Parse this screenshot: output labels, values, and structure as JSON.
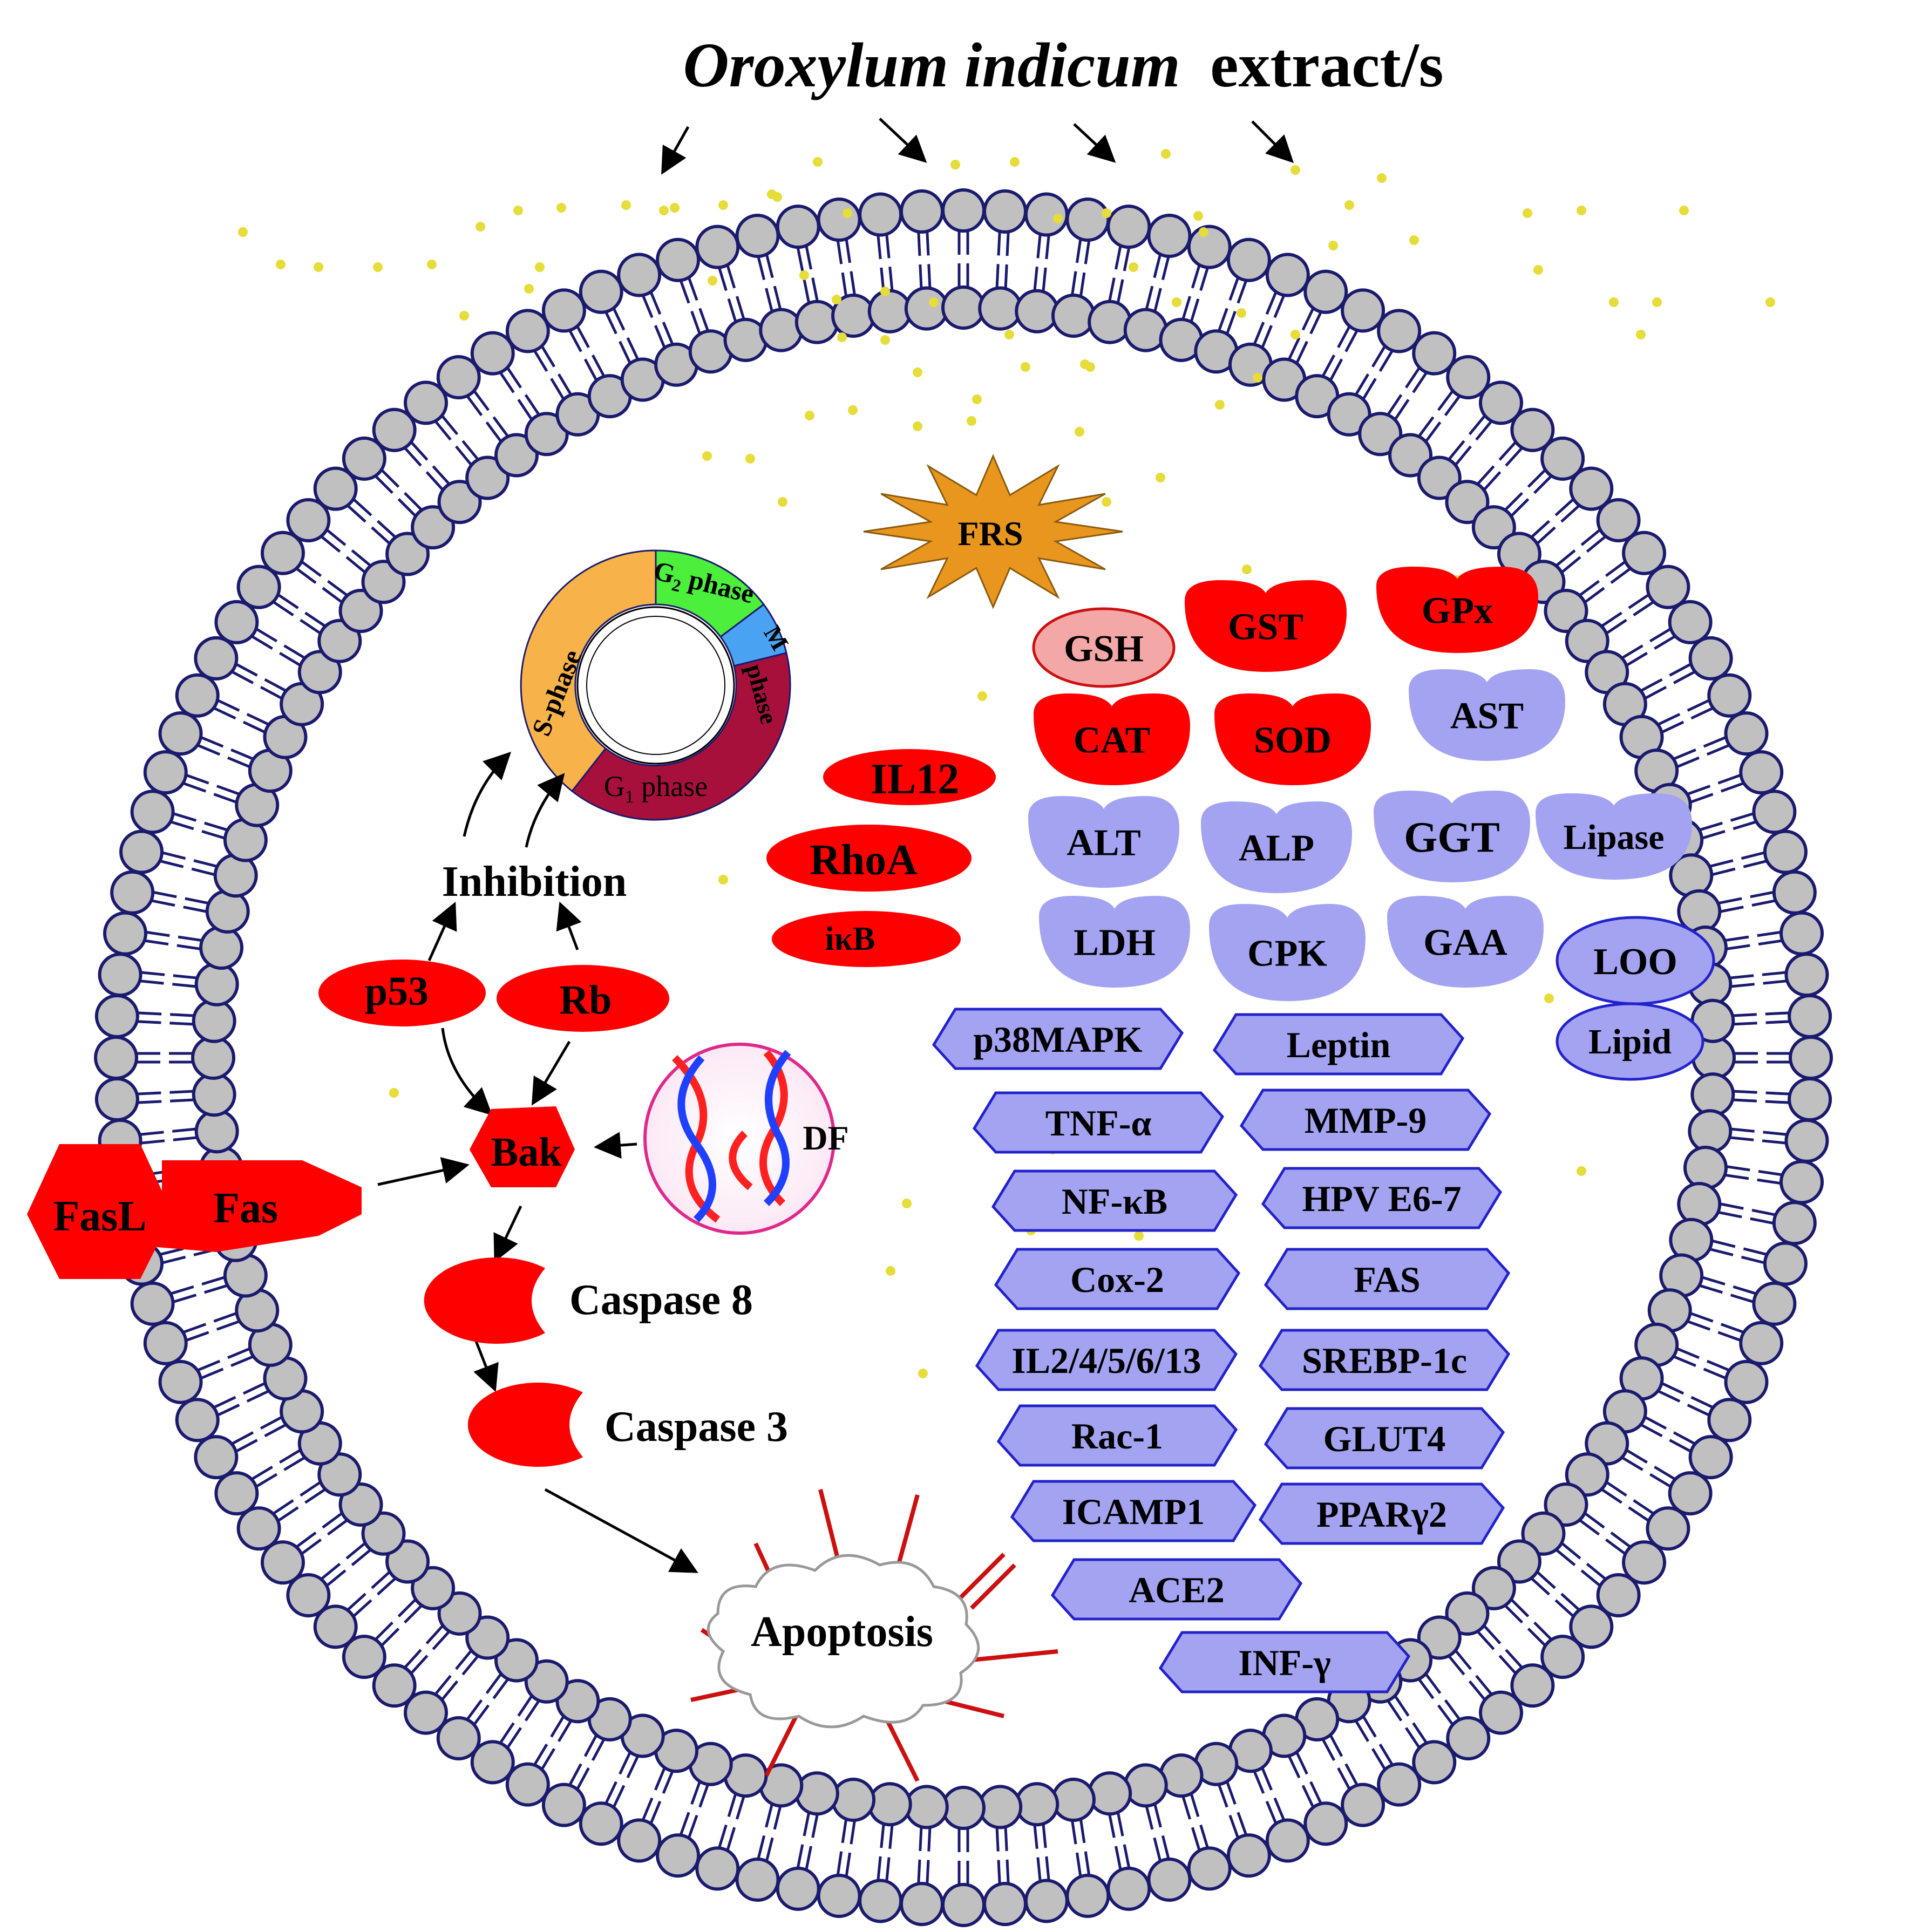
{
  "title": {
    "species": "Oroxylum indicum",
    "suffix": "extract/s"
  },
  "colors": {
    "membrane_head": "#c0c0c0",
    "membrane_stroke": "#1a1a6e",
    "dots": "#e6dc3a",
    "red_protein": "#ff0000",
    "blue_protein": "#a3a3f2",
    "blue_stroke": "#2222cc",
    "frs_star": "#e8961e",
    "gsh": "#f4a7a7",
    "phase_s": "#f7b24a",
    "phase_g2": "#4cf03c",
    "phase_m": "#4aa3f2",
    "phase_g1": "#a8103c"
  },
  "cell_cycle": {
    "s_phase": "S-phase",
    "g2_phase": "G",
    "g2_sub": "2",
    "g2_rest": " phase",
    "m_phase_1": "M",
    "m_phase_2": "phase",
    "g1_phase": "G",
    "g1_sub": "1",
    "g1_rest": " phase"
  },
  "labels": {
    "frs": "FRS",
    "inhibition": "Inhibition",
    "p53": "p53",
    "rb": "Rb",
    "bak": "Bak",
    "df": "DF",
    "fasl": "FasL",
    "fas": "Fas",
    "caspase8": "Caspase 8",
    "caspase3": "Caspase 3",
    "apoptosis": "Apoptosis",
    "il12": "IL12",
    "rhoa": "RhoA",
    "ikb": "iκB"
  },
  "enzymes_red": [
    "GSH",
    "GST",
    "GPx",
    "CAT",
    "SOD"
  ],
  "enzymes_blue": [
    "AST",
    "ALT",
    "ALP",
    "GGT",
    "Lipase",
    "LDH",
    "CPK",
    "GAA"
  ],
  "ellipses_blue": [
    "LOO",
    "Lipid"
  ],
  "hexagons_left": [
    "p38MAPK",
    "TNF-α",
    "NF-κB",
    "Cox-2",
    "IL2/4/5/6/13",
    "Rac-1",
    "ICAMP1",
    "ACE2",
    "INF-γ"
  ],
  "hexagons_right": [
    "Leptin",
    "MMP-9",
    "HPV E6-7",
    "FAS",
    "SREBP-1c",
    "GLUT4",
    "PPARγ2"
  ]
}
